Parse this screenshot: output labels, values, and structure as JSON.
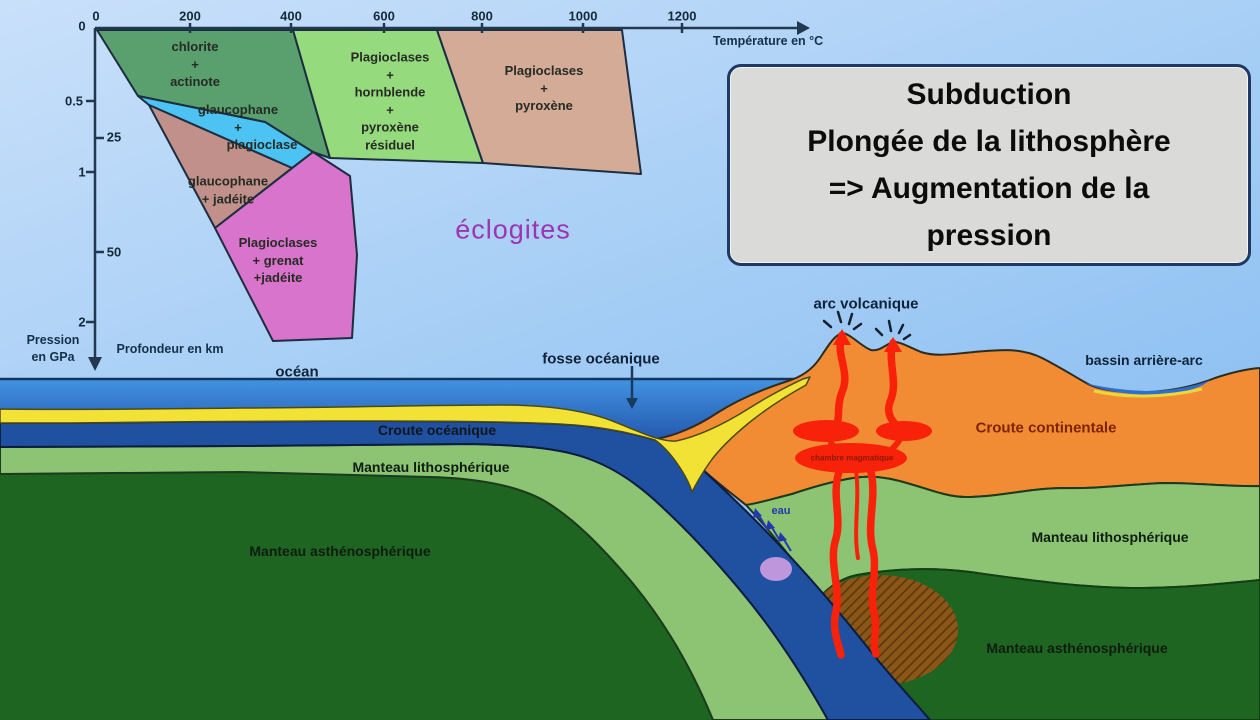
{
  "pt_diagram": {
    "temp_axis": {
      "label": "Température en °C",
      "ticks": [
        "0",
        "200",
        "400",
        "600",
        "800",
        "1000",
        "1200"
      ]
    },
    "pressure_axis": {
      "title_line1": "Pression",
      "title_line2": "en GPa",
      "origin": "0",
      "ticks": [
        "0.5",
        "1",
        "2"
      ]
    },
    "depth_axis": {
      "label": "Profondeur en km",
      "ticks": [
        "25",
        "50"
      ]
    },
    "fields": {
      "chlorite_actinote": {
        "lines": [
          "chlorite",
          "+",
          "actinote"
        ]
      },
      "glaucophane_plagioclase": {
        "lines": [
          "glaucophane",
          "+",
          "plagioclase"
        ]
      },
      "glaucophane_jadeite": {
        "lines": [
          "glaucophane",
          "+ jadéite"
        ]
      },
      "plagioclases_grenat_jadeite": {
        "lines": [
          "Plagioclases",
          "+ grenat",
          "+jadéite"
        ]
      },
      "plagioclases_hornblende": {
        "lines": [
          "Plagioclases",
          "+",
          "hornblende",
          "+",
          "pyroxène",
          "résiduel"
        ]
      },
      "plagioclases_pyroxene": {
        "lines": [
          "Plagioclases",
          "+",
          "pyroxène"
        ]
      }
    },
    "eclogites_label": "éclogites"
  },
  "title_box": {
    "lines": [
      "Subduction",
      "Plongée de la lithosphère",
      "=> Augmentation de la",
      "pression"
    ]
  },
  "cross_section": {
    "labels": {
      "ocean": "océan",
      "trench": "fosse océanique",
      "volcanic_arc": "arc volcanique",
      "back_arc_basin": "bassin arrière-arc",
      "oceanic_crust": "Croute océanique",
      "lithospheric_mantle_left": "Manteau lithosphérique",
      "asthenospheric_mantle_left": "Manteau asthénosphérique",
      "continental_crust": "Croute continentale",
      "lithospheric_mantle_right": "Manteau lithosphérique",
      "asthenospheric_mantle_right": "Manteau asthénosphérique",
      "magma_chamber": "chambre magmatique",
      "water": "eau"
    }
  },
  "colors": {
    "field_green": "#5aa06e",
    "field_blue": "#4cc3f2",
    "field_brown": "#c1908b",
    "field_pink": "#d874cc",
    "field_lightgreen": "#96da7e",
    "field_tan": "#d4ab97",
    "eclogites_text": "#9c34b4",
    "sea": "#2f7fd0",
    "sediment": "#f3e236",
    "oceanic_crust": "#2050a0",
    "lithospheric_mantle": "#8cc474",
    "asthenospheric_mantle": "#1e6522",
    "continental_crust": "#f28c34",
    "magma": "#f8220a",
    "melt_zone": "#8a5718",
    "title_bg": "#dadad8",
    "title_border": "#1f3864"
  }
}
